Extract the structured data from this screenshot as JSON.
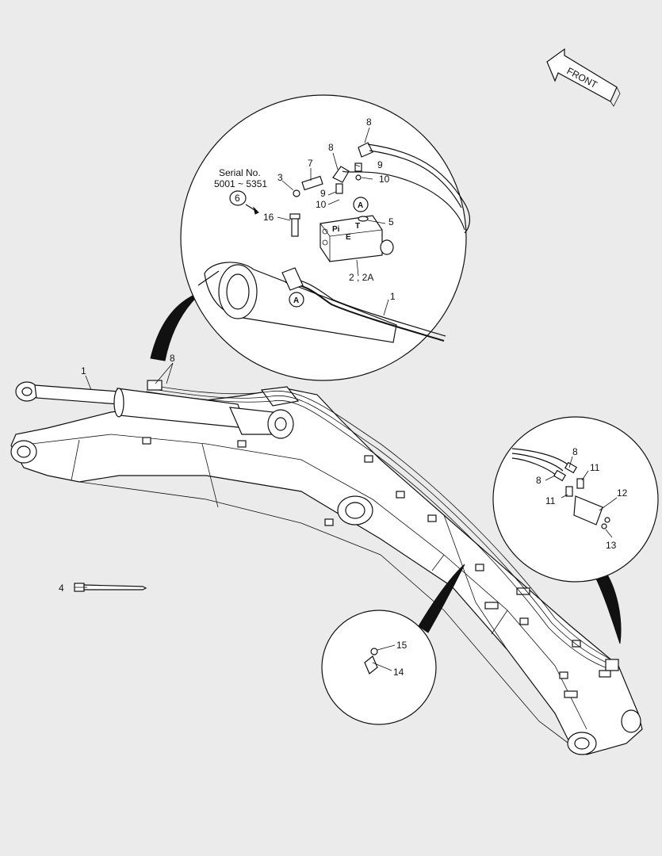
{
  "front_arrow": {
    "label": "FRONT"
  },
  "serial_note": {
    "title": "Serial No.",
    "range": "5001 ~ 5351",
    "ref": "6"
  },
  "callouts": {
    "c1_main": "1",
    "c1_detail": "1",
    "c2": "2 , 2A",
    "c3": "3",
    "c4": "4",
    "c5": "5",
    "c7": "7",
    "c8_top_a": "8",
    "c8_top_b": "8",
    "c8_main": "8",
    "c8_right_a": "8",
    "c8_right_b": "8",
    "c9_a": "9",
    "c9_b": "9",
    "c10_a": "10",
    "c10_b": "10",
    "c11_a": "11",
    "c11_b": "11",
    "c12": "12",
    "c13": "13",
    "c14": "14",
    "c15": "15",
    "c16": "16"
  },
  "port_labels": {
    "pilot": "Pi",
    "tank": "T",
    "exhaust": "E"
  },
  "section_marks": {
    "a_upper": "A",
    "a_lower": "A"
  }
}
